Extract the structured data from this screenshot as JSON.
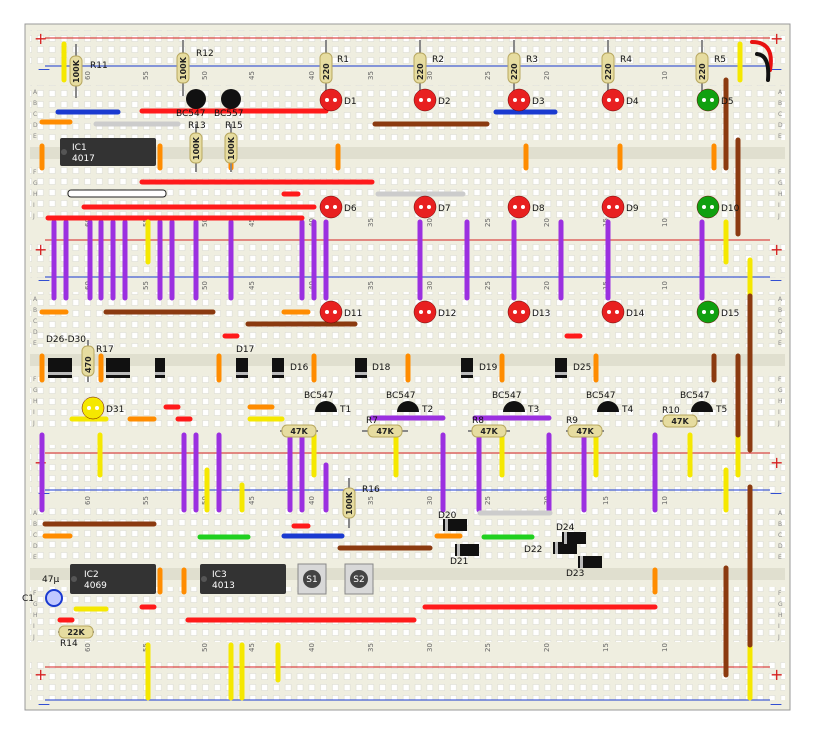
{
  "colors": {
    "board": "#efeee0",
    "rail_red": "#d62020",
    "rail_blue": "#1a3ad0",
    "wire_purple": "#9b30e0",
    "wire_red": "#ff1a1a",
    "wire_yellow": "#f5e800",
    "wire_orange": "#ff8c00",
    "wire_brown": "#8b3a10",
    "wire_blue": "#1a3ad0",
    "wire_green": "#20d020",
    "wire_gray": "#cccccc",
    "resistor_body": "#e6dca0",
    "led_red": "#e82020",
    "led_green": "#10a010",
    "ic_body": "#333333"
  },
  "ics": [
    {
      "id": "IC1",
      "part": "4017"
    },
    {
      "id": "IC2",
      "part": "4069"
    },
    {
      "id": "IC3",
      "part": "4013"
    }
  ],
  "resistors": {
    "top": [
      {
        "name": "R11",
        "value": "100K"
      },
      {
        "name": "R12",
        "value": "100K"
      },
      {
        "name": "R1",
        "value": "220"
      },
      {
        "name": "R2",
        "value": "220"
      },
      {
        "name": "R3",
        "value": "220"
      },
      {
        "name": "R4",
        "value": "220"
      },
      {
        "name": "R5",
        "value": "220"
      }
    ],
    "r13": {
      "name": "R13",
      "value": "100K"
    },
    "r15": {
      "name": "R15",
      "value": "100K"
    },
    "r17": {
      "name": "R17",
      "value": "470"
    },
    "base": [
      {
        "name": "",
        "value": "47K"
      },
      {
        "name": "R7",
        "value": "47K"
      },
      {
        "name": "R8",
        "value": "47K"
      },
      {
        "name": "R9",
        "value": "47K"
      },
      {
        "name": "R10",
        "value": "47K"
      }
    ],
    "r16": {
      "name": "R16",
      "value": "100K"
    },
    "r14": {
      "name": "R14",
      "value": "22K"
    }
  },
  "leds": [
    "D1",
    "D2",
    "D3",
    "D4",
    "D5",
    "D6",
    "D7",
    "D8",
    "D9",
    "D10",
    "D11",
    "D12",
    "D13",
    "D14",
    "D15",
    "D31"
  ],
  "diodes": [
    "D16",
    "D17",
    "D18",
    "D19",
    "D25",
    "D20",
    "D21",
    "D22",
    "D23",
    "D24"
  ],
  "diode_group": "D26-D30",
  "transistors": [
    {
      "name": "T1",
      "type": "BC547"
    },
    {
      "name": "T2",
      "type": "BC547"
    },
    {
      "name": "T3",
      "type": "BC547"
    },
    {
      "name": "T4",
      "type": "BC547"
    },
    {
      "name": "T5",
      "type": "BC547"
    }
  ],
  "small_transistors": [
    "BC547",
    "BC557"
  ],
  "capacitor": {
    "name": "C1",
    "value": "47µ"
  },
  "switches": [
    "S1",
    "S2"
  ],
  "rail_symbols": {
    "plus": "+",
    "minus": "—"
  },
  "row_letters_top": [
    "A",
    "B",
    "C",
    "D",
    "E"
  ],
  "row_letters_bottom": [
    "F",
    "G",
    "H",
    "I",
    "J"
  ],
  "column_numbers": [
    "60",
    "55",
    "50",
    "45",
    "40",
    "35",
    "30",
    "25",
    "20",
    "15",
    "10"
  ]
}
